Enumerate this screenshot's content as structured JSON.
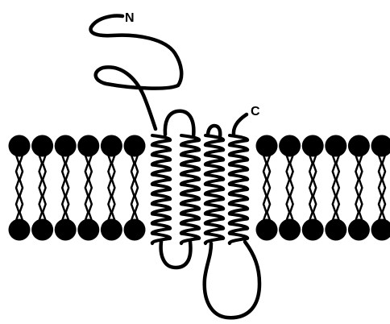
{
  "labels": {
    "n_terminus": "N",
    "c_terminus": "C"
  },
  "structure": {
    "transmembrane_helices": 4,
    "membrane": "lipid bilayer"
  },
  "colors": {
    "ink": "#000000",
    "background": "#ffffff"
  }
}
